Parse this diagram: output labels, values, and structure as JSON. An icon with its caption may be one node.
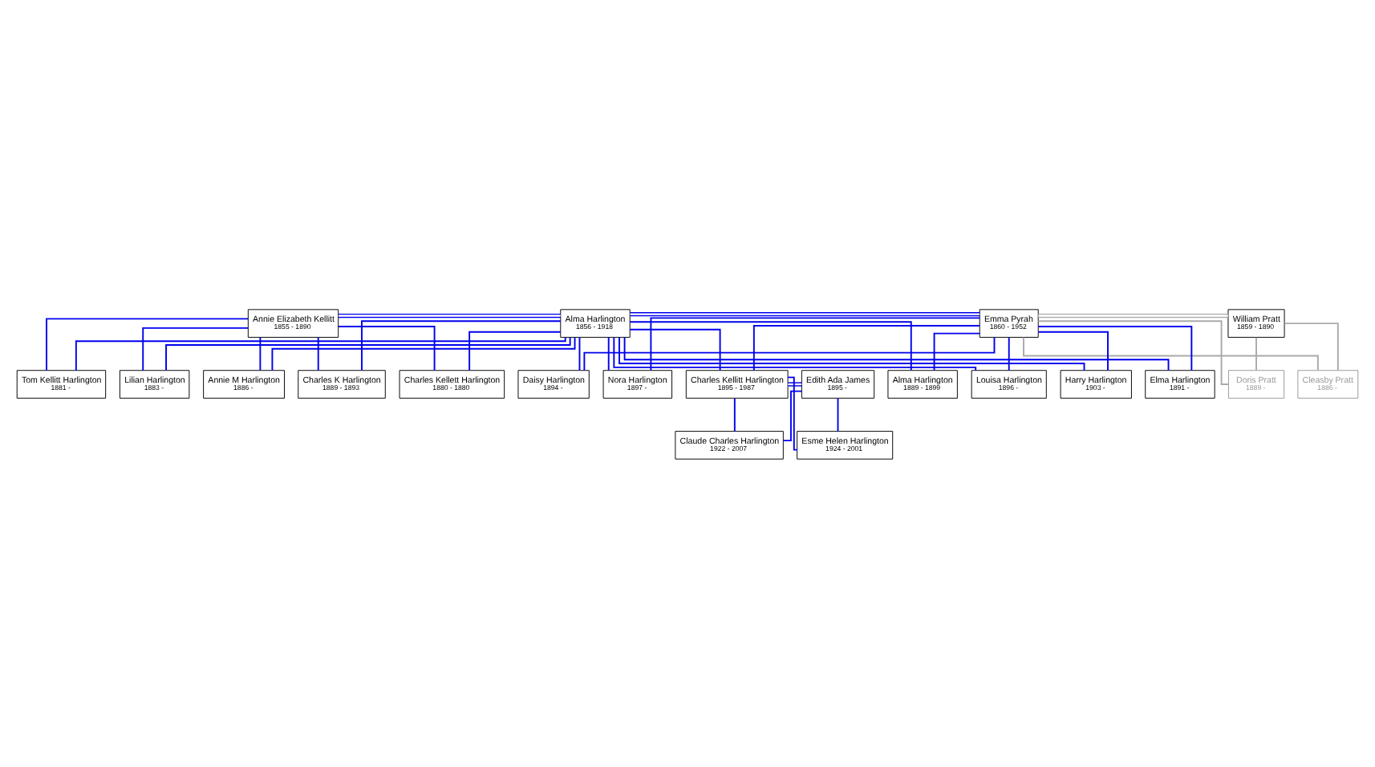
{
  "diagram": {
    "nodes": [
      {
        "text": [
          "Annie Elizabeth Kellitt",
          "1855 - 1890"
        ]
      },
      {
        "text": [
          "Alma Harlington",
          "1856 - 1918"
        ]
      },
      {
        "text": [
          "Emma Pyrah",
          "1860 - 1952"
        ]
      },
      {
        "text": [
          "William Pratt",
          "1859 - 1890"
        ]
      },
      {
        "text": [
          "Charles Kellett Harlington",
          "1880 - 1880"
        ]
      },
      {
        "text": [
          "Tom Kellitt Harlington",
          "1881 -"
        ]
      },
      {
        "text": [
          "Lilian Harlington",
          "1883 -"
        ]
      },
      {
        "text": [
          "Annie M Harlington",
          "1886 -"
        ]
      },
      {
        "text": [
          "Charles K Harlington",
          "1889 - 1893"
        ]
      },
      {
        "text": [
          "Cleasby Pratt",
          "1886 -"
        ]
      },
      {
        "text": [
          "Doris Pratt",
          "1889 -"
        ]
      },
      {
        "text": [
          "Elma Harlington",
          "1891 -"
        ]
      },
      {
        "text": [
          "Daisy Harlington",
          "1894 -"
        ]
      },
      {
        "text": [
          "Charles Kellitt Harlington",
          "1895 - 1987"
        ]
      },
      {
        "text": [
          "Edith Ada James",
          "1895 -"
        ]
      },
      {
        "text": [
          "Louisa Harlington",
          "1896 -"
        ]
      },
      {
        "text": [
          "Nora Harlington",
          "1897 -"
        ]
      },
      {
        "text": [
          "Alma Harlington",
          "1889 - 1899"
        ]
      },
      {
        "text": [
          "Harry Harlington",
          "1903 -"
        ]
      },
      {
        "text": [
          "Claude Charles Harlington",
          "1922 - 2007"
        ]
      },
      {
        "text": [
          "Esme Helen Harlington",
          "1924 - 2001"
        ]
      }
    ],
    "edges": [
      {
        "from": 0,
        "to": 1,
        "arrow": "none"
      },
      {
        "from": 1,
        "to": 2,
        "arrow": "none"
      },
      {
        "from": 2,
        "to": 3,
        "arrow": "none",
        "color": "#aaaaaa"
      },
      {
        "from": 0,
        "to": 4,
        "arrow": "none"
      },
      {
        "from": 1,
        "to": 4,
        "arrow": "none"
      },
      {
        "from": 0,
        "to": 5,
        "arrow": "none"
      },
      {
        "from": 1,
        "to": 5,
        "arrow": "none"
      },
      {
        "from": 0,
        "to": 6,
        "arrow": "none"
      },
      {
        "from": 1,
        "to": 6,
        "arrow": "none"
      },
      {
        "from": 0,
        "to": 7,
        "arrow": "none"
      },
      {
        "from": 1,
        "to": 7,
        "arrow": "none"
      },
      {
        "from": 0,
        "to": 8,
        "arrow": "none"
      },
      {
        "from": 1,
        "to": 8,
        "arrow": "none"
      },
      {
        "from": 2,
        "to": 9,
        "arrow": "none",
        "color": "#aaaaaa"
      },
      {
        "from": 3,
        "to": 9,
        "arrow": "none",
        "color": "#aaaaaa"
      },
      {
        "from": 2,
        "to": 10,
        "arrow": "none",
        "color": "#aaaaaa"
      },
      {
        "from": 3,
        "to": 10,
        "arrow": "none",
        "color": "#aaaaaa"
      },
      {
        "from": 1,
        "to": 11,
        "arrow": "none"
      },
      {
        "from": 2,
        "to": 11,
        "arrow": "none"
      },
      {
        "from": 1,
        "to": 12,
        "arrow": "none"
      },
      {
        "from": 2,
        "to": 12,
        "arrow": "none"
      },
      {
        "from": 1,
        "to": 13,
        "arrow": "none"
      },
      {
        "from": 2,
        "to": 13,
        "arrow": "none"
      },
      {
        "from": 13,
        "to": 14,
        "arrow": "none"
      },
      {
        "from": 1,
        "to": 15,
        "arrow": "none"
      },
      {
        "from": 2,
        "to": 15,
        "arrow": "none"
      },
      {
        "from": 1,
        "to": 16,
        "arrow": "none"
      },
      {
        "from": 2,
        "to": 16,
        "arrow": "none"
      },
      {
        "from": 1,
        "to": 17,
        "arrow": "none"
      },
      {
        "from": 2,
        "to": 17,
        "arrow": "none"
      },
      {
        "from": 1,
        "to": 18,
        "arrow": "none"
      },
      {
        "from": 2,
        "to": 18,
        "arrow": "none"
      },
      {
        "from": 13,
        "to": 19,
        "arrow": "none"
      },
      {
        "from": 14,
        "to": 19,
        "arrow": "none"
      },
      {
        "from": 13,
        "to": 20,
        "arrow": "none"
      },
      {
        "from": 14,
        "to": 20,
        "arrow": "none"
      }
    ]
  }
}
